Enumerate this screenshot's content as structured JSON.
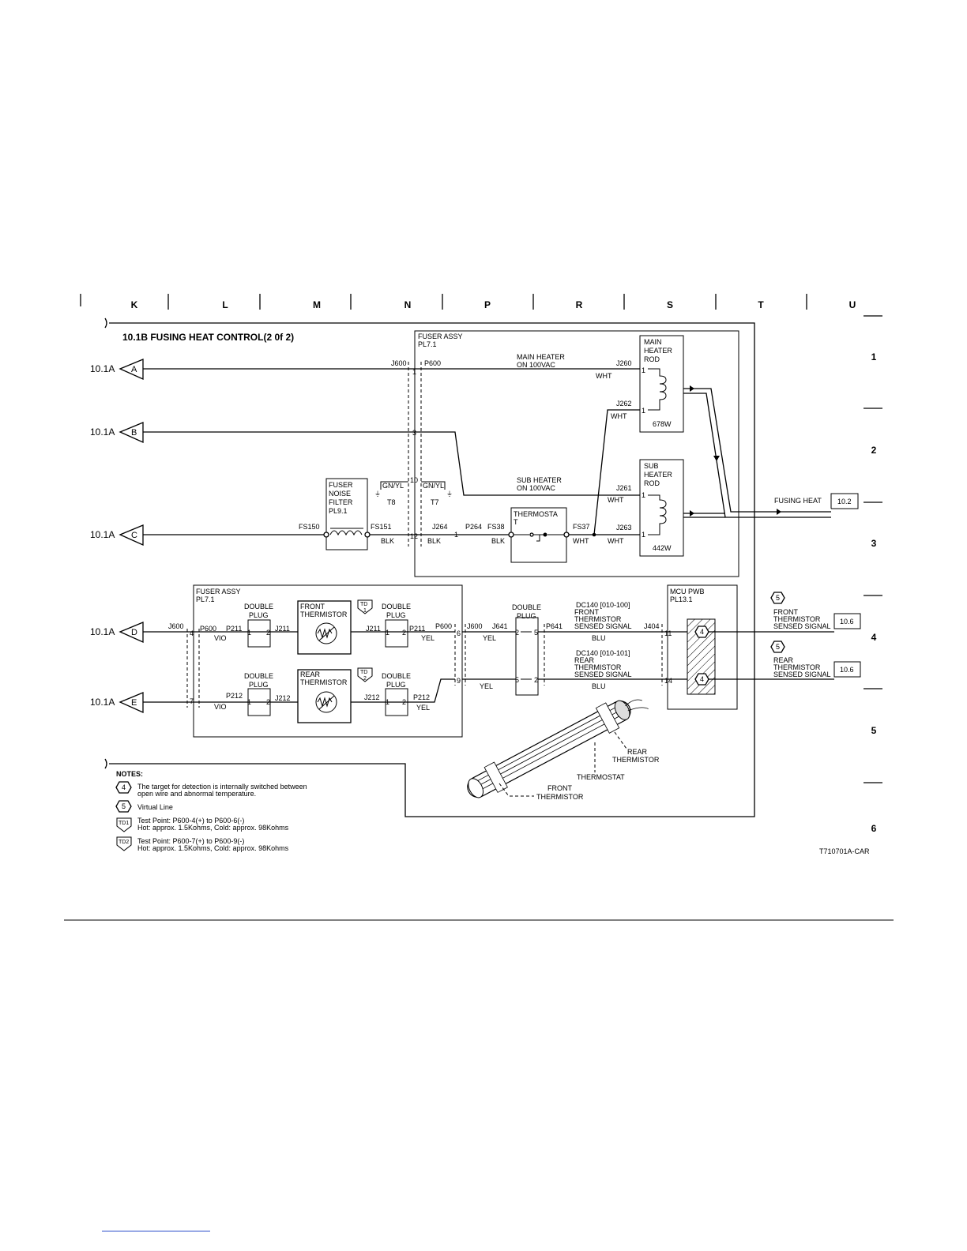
{
  "title": "10.1B FUSING HEAT CONTROL(2 0f 2)",
  "columns": [
    "K",
    "L",
    "M",
    "N",
    "P",
    "R",
    "S",
    "T",
    "U"
  ],
  "rows": [
    "1",
    "2",
    "3",
    "4",
    "5",
    "6"
  ],
  "part_code": "T710701A-CAR",
  "inputs": [
    {
      "ref": "10.1A",
      "letter": "A"
    },
    {
      "ref": "10.1A",
      "letter": "B"
    },
    {
      "ref": "10.1A",
      "letter": "C"
    },
    {
      "ref": "10.1A",
      "letter": "D"
    },
    {
      "ref": "10.1A",
      "letter": "E"
    }
  ],
  "outputs": {
    "fusing_heat": {
      "label": "FUSING HEAT",
      "ref": "10.2"
    },
    "front_sig": {
      "num": "5",
      "lines": [
        "FRONT",
        "THERMISTOR",
        "SENSED SIGNAL"
      ],
      "ref": "10.6"
    },
    "rear_sig": {
      "num": "5",
      "lines": [
        "REAR",
        "THERMISTOR",
        "SENSED SIGNAL"
      ],
      "ref": "10.6"
    }
  },
  "fuser_upper": {
    "title": [
      "FUSER ASSY",
      "PL7.1"
    ],
    "j600": "J600",
    "p600": "P600",
    "pins": [
      "1",
      "3",
      "10",
      "12"
    ],
    "main_heater_label": [
      "MAIN HEATER",
      "ON 100VAC"
    ],
    "sub_heater_label": [
      "SUB HEATER",
      "ON 100VAC"
    ],
    "main_rod": {
      "lines": [
        "MAIN",
        "HEATER",
        "ROD"
      ],
      "watts": "678W"
    },
    "sub_rod": {
      "lines": [
        "SUB",
        "HEATER",
        "ROD"
      ],
      "watts": "442W"
    },
    "j260": "J260",
    "j262": "J262",
    "j261": "J261",
    "j263": "J263",
    "wht": "WHT",
    "blk": "BLK",
    "gnyl": "GN/YL",
    "t8": "T8",
    "t7": "T7",
    "j264": "J264",
    "p264": "P264",
    "fs38": "FS38",
    "fs37": "FS37",
    "pin1": "1",
    "thermostat": [
      "THERMOSTA",
      "T"
    ]
  },
  "noise_filter": {
    "lines": [
      "FUSER",
      "NOISE",
      "FILTER",
      "PL9.1"
    ],
    "fs150": "FS150",
    "fs151": "FS151"
  },
  "fuser_lower": {
    "title": [
      "FUSER ASSY",
      "PL7.1"
    ],
    "j600": "J600",
    "p600": "P600",
    "p211": "P211",
    "j211": "J211",
    "p212": "P212",
    "j212": "J212",
    "vio": "VIO",
    "yel": "YEL",
    "double_plug": [
      "DOUBLE",
      "PLUG"
    ],
    "front_thermistor": [
      "FRONT",
      "THERMISTOR"
    ],
    "rear_thermistor": [
      "REAR",
      "THERMISTOR"
    ],
    "td1": "1",
    "td2": "2",
    "td": "TD",
    "pins_left": [
      "4",
      "7"
    ],
    "pins_right": [
      "6",
      "9"
    ],
    "dp_pins": [
      "1",
      "2"
    ]
  },
  "mid_plug": {
    "double_plug": [
      "DOUBLE",
      "PLUG"
    ],
    "j600": "J600",
    "j641": "J641",
    "p641": "P641",
    "pins": [
      "2",
      "5",
      "5",
      "2"
    ]
  },
  "signals": {
    "front": [
      "DC140 [010-100]",
      "FRONT",
      "THERMISTOR",
      "SENSED SIGNAL"
    ],
    "rear": [
      "DC140 [010-101]",
      "REAR",
      "THERMISTOR",
      "SENSED SIGNAL"
    ],
    "blu": "BLU"
  },
  "mcu": {
    "lines": [
      "MCU PWB",
      "PL13.1"
    ],
    "j404": "J404",
    "pins": [
      "11",
      "14"
    ],
    "hex": "4"
  },
  "illustration": {
    "rear_thermistor": [
      "REAR",
      "THERMISTOR"
    ],
    "thermostat": "THERMOSTAT",
    "front_thermistor": [
      "FRONT",
      "THERMISTOR"
    ]
  },
  "notes": {
    "heading": "NOTES:",
    "items": [
      {
        "sym": "4",
        "lines": [
          "The target for detection is internally switched between",
          "open wire and abnormal temperature."
        ]
      },
      {
        "sym": "5",
        "lines": [
          "Virtual Line"
        ]
      },
      {
        "sym": "TD1",
        "lines": [
          "Test Point: P600-4(+) to P600-6(-)",
          "Hot: approx. 1.5Kohms,      Cold: approx. 98Kohms"
        ]
      },
      {
        "sym": "TD2",
        "lines": [
          "Test Point: P600-7(+) to P600-9(-)",
          "Hot: approx. 1.5Kohms,      Cold: approx. 98Kohms"
        ]
      }
    ]
  }
}
